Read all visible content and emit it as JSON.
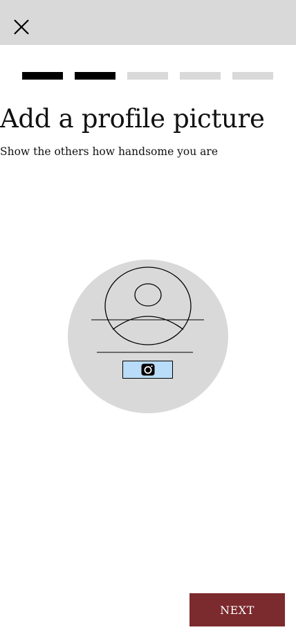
{
  "header": {
    "close_icon": "close-icon"
  },
  "progress": {
    "total_steps": 5,
    "completed_steps": 2,
    "colors": {
      "done": "#000000",
      "todo": "#d9d9d9"
    }
  },
  "main": {
    "title": "Add a profile picture",
    "subtitle": "Show the others how handsome you are"
  },
  "avatar": {
    "placeholder_icon": "user-avatar-icon",
    "upload_icon": "camera-icon",
    "circle_color": "#d9d9d9",
    "upload_button_color": "#b9dcf8"
  },
  "footer": {
    "next_label": "NEXT",
    "next_color": "#7b2a2e"
  }
}
